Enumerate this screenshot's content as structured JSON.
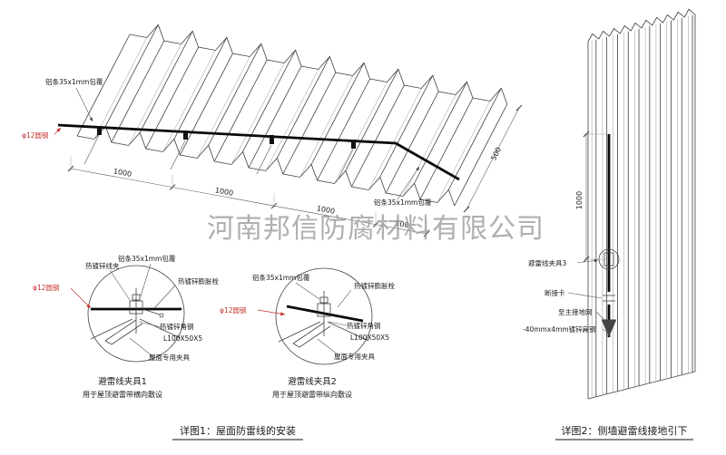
{
  "watermark": "河南邦信防腐材料有限公司",
  "colors": {
    "red_label": "#c4342d",
    "line": "#3f3f3f"
  },
  "main_drawing": {
    "labels": {
      "alu_strip_top": "铝条35x1mm包覆",
      "alu_strip_right": "铝条35x1mm包覆",
      "rod": "φ12圆钢"
    },
    "dims_bottom": [
      "1000",
      "1000",
      "1000",
      "500"
    ],
    "dim_slope": "500"
  },
  "detail1": {
    "labels": {
      "clip": "热镀锌线夹",
      "alu_strip": "铝条35x1mm包覆",
      "anchor": "热镀锌膨胀栓",
      "rod": "φ12圆钢",
      "angle_steel": "热镀锌角钢",
      "angle_spec": "L100X50X5",
      "fixture": "屋面专用夹具"
    },
    "title": "避雷线夹具1",
    "subtitle": "用于屋顶避雷带横向敷设"
  },
  "detail2": {
    "labels": {
      "alu_strip": "铝条35x1mm包覆",
      "anchor": "热镀锌膨胀栓",
      "rod": "φ12圆钢",
      "angle_steel": "热镀锌角钢",
      "angle_spec": "L100X50X5",
      "fixture": "屋面专用夹具"
    },
    "title": "避雷线夹具2",
    "subtitle": "用于屋顶避雷带纵向敷设"
  },
  "wall_drawing": {
    "dim_vertical": "1000",
    "labels": {
      "clamp": "避雷线夹具3",
      "disconnect": "断接卡",
      "to_ground": "至主接地网",
      "flat_steel": "-40mmx4mm镀锌扁钢"
    }
  },
  "captions": {
    "detail1": "详图1：屋面防雷线的安装",
    "detail2": "详图2：侧墙避雷线接地引下"
  }
}
